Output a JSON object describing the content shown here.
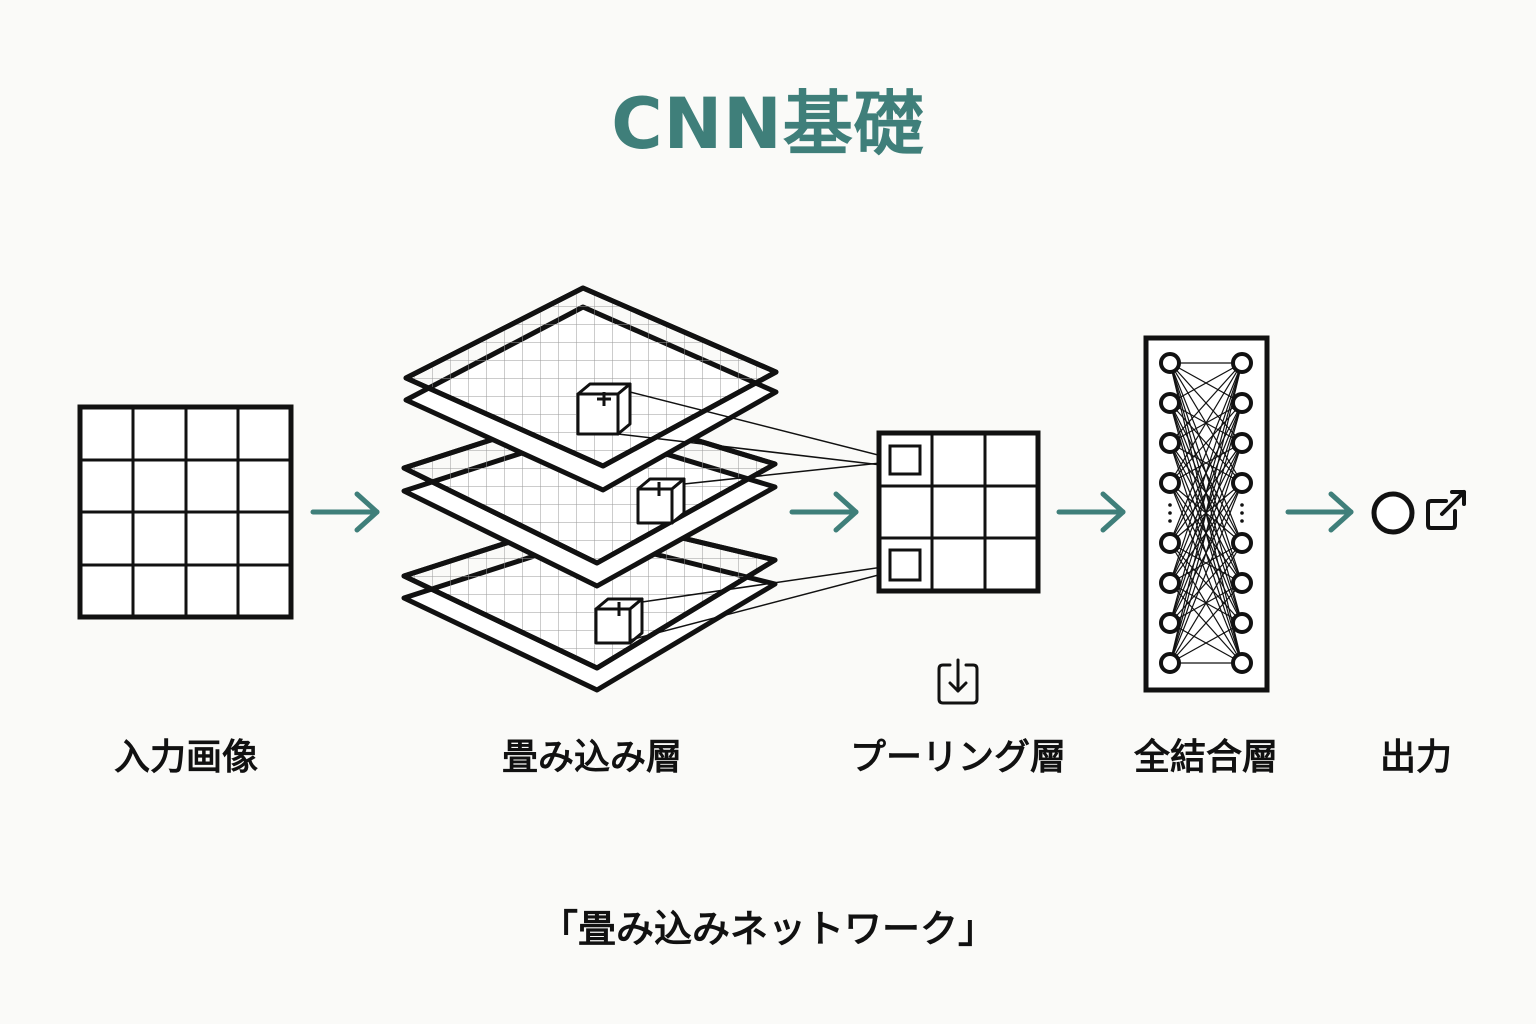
{
  "title": "CNN基礎",
  "colors": {
    "accent": "#3f7f7a",
    "ink": "#111111",
    "background": "#fafaf8"
  },
  "stages": [
    {
      "label": "入力画像"
    },
    {
      "label": "畳み込み層"
    },
    {
      "label": "プーリング層"
    },
    {
      "label": "全結合層"
    },
    {
      "label": "出力"
    }
  ],
  "icons": [
    "download-icon",
    "external-link-icon"
  ],
  "caption": "「畳み込みネットワーク」"
}
